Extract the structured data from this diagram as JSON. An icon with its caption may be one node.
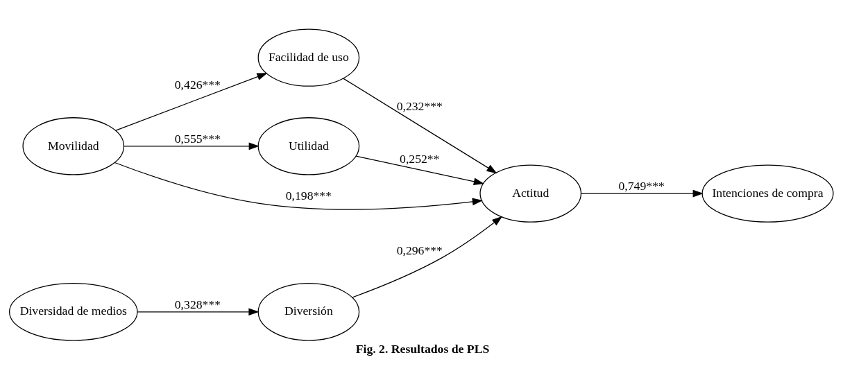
{
  "diagram": {
    "caption": "Fig. 2. Resultados de PLS",
    "nodes": [
      {
        "text": [
          "Movilidad"
        ]
      },
      {
        "text": [
          "Facilidad de uso"
        ]
      },
      {
        "text": [
          "Utilidad"
        ]
      },
      {
        "text": [
          "Diversidad de medios"
        ]
      },
      {
        "text": [
          "Diversión"
        ]
      },
      {
        "text": [
          "Actitud"
        ]
      },
      {
        "text": [
          "Intenciones de compra"
        ]
      }
    ],
    "edges": [
      {
        "from": 0,
        "to": 1,
        "arrow": "to",
        "label": "0,426***"
      },
      {
        "from": 0,
        "to": 5,
        "arrow": "to",
        "label": "0,198***"
      },
      {
        "from": 0,
        "to": 2,
        "arrow": "to",
        "label": "0,555***"
      },
      {
        "from": 1,
        "to": 5,
        "arrow": "to",
        "label": "0,232***"
      },
      {
        "from": 2,
        "to": 5,
        "arrow": "to",
        "label": "0,252**"
      },
      {
        "from": 3,
        "to": 4,
        "arrow": "to",
        "label": "0,328***"
      },
      {
        "from": 4,
        "to": 5,
        "arrow": "to",
        "label": "0,296***"
      },
      {
        "from": 5,
        "to": 6,
        "arrow": "to",
        "label": "0,749***"
      }
    ]
  }
}
